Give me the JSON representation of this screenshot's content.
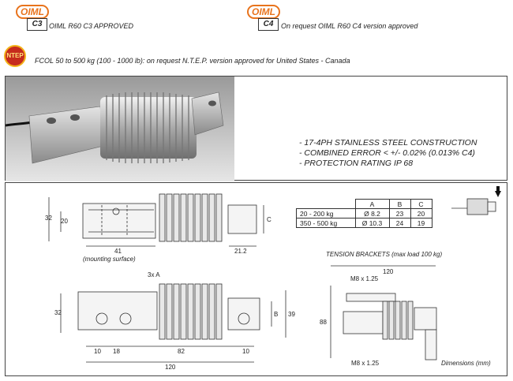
{
  "certifications": {
    "c3": {
      "badge": "OIML",
      "class_label": "C3",
      "text": "OIML R60 C3 APPROVED"
    },
    "c4": {
      "badge": "OIML",
      "class_label": "C4",
      "text": "On request OIML R60 C4 version approved"
    },
    "ntep": {
      "badge": "NTEP",
      "text": "FCOL 50 to 500 kg (100 - 1000 lb): on request  N.T.E.P. version approved for United States - Canada"
    }
  },
  "specs": [
    "- 17-4PH STAINLESS STEEL CONSTRUCTION",
    "- COMBINED ERROR < +/- 0.02% (0.013% C4)",
    "- PROTECTION RATING IP 68"
  ],
  "dimensions_table": {
    "columns": [
      "A",
      "B",
      "C"
    ],
    "rows": [
      {
        "range": "20 - 200 kg",
        "A": "Ø 8.2",
        "B": "23",
        "C": "20"
      },
      {
        "range": "350 - 500 kg",
        "A": "Ø 10.3",
        "B": "24",
        "C": "19"
      }
    ]
  },
  "drawing": {
    "top": {
      "dim_32": "32",
      "dim_20": "20",
      "dim_41": "41",
      "dim_21_2": "21.2",
      "dim_c": "C",
      "mounting": "(mounting surface)"
    },
    "bottom": {
      "dim_3xA": "3x A",
      "dim_32": "32",
      "dim_b": "B",
      "dim_39": "39",
      "dim_10a": "10",
      "dim_18": "18",
      "dim_82": "82",
      "dim_10b": "10",
      "dim_120": "120"
    },
    "brackets": {
      "title": "TENSION BRACKETS (max load 100 kg)",
      "dim_120": "120",
      "dim_88": "88",
      "thread_top": "M8 x 1.25",
      "thread_bottom": "M8 x 1.25"
    },
    "units_note": "Dimensions (mm)"
  },
  "colors": {
    "oiml_orange": "#e8731c",
    "ntep_red": "#c62b1d",
    "ntep_yellow": "#f3b21a",
    "steel_dark": "#8d8d8d",
    "steel_light": "#d8d8d8"
  }
}
